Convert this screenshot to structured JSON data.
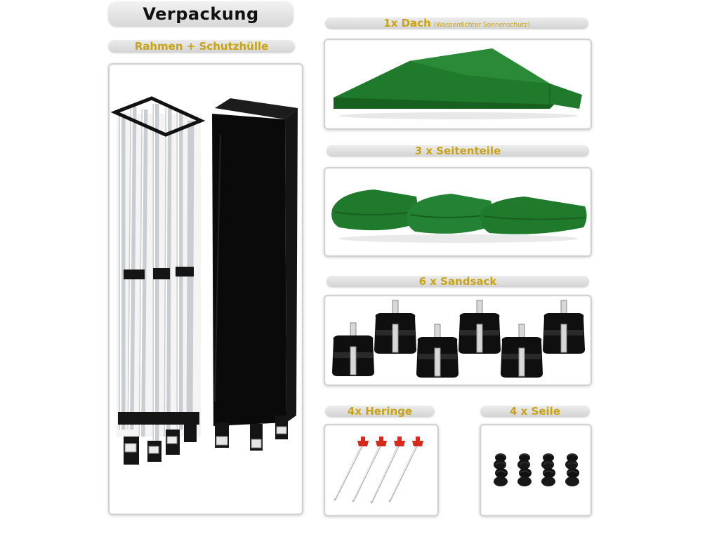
{
  "title": "Verpackung",
  "sections": {
    "frame": {
      "label": "Rahmen + Schutzhülle"
    },
    "roof": {
      "label": "1x Dach",
      "note": "(Wasserdichter Sonnenschutz)"
    },
    "sides": {
      "label": "3 x Seitenteile"
    },
    "sandbags": {
      "label": "6 x Sandsack"
    },
    "pegs": {
      "label": "4x Heringe"
    },
    "ropes": {
      "label": "4 x Seile"
    }
  },
  "colors": {
    "label": "#c8a415",
    "canvas_green": "#1f7a2c",
    "cover_black": "#0a0a0a",
    "peg_red": "#d62a1f"
  }
}
